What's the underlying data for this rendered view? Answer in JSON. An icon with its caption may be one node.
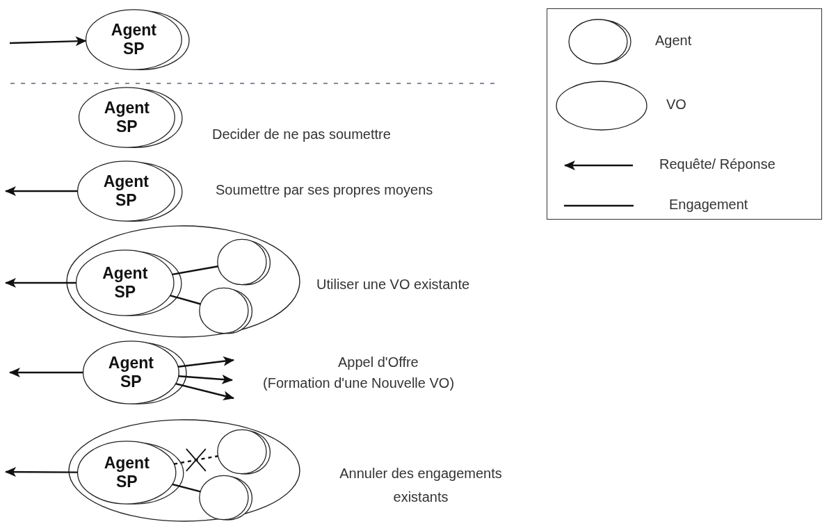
{
  "diagram": {
    "nodes": [
      {
        "text": [
          "Agent SP"
        ]
      },
      {
        "text": [
          "Agent SP"
        ],
        "beside": [
          "Decider de ne pas soumettre"
        ]
      },
      {
        "text": [
          "Agent SP"
        ],
        "beside": [
          "Soumettre par ses propres moyens"
        ]
      },
      {
        "text": [],
        "shape": "ellipse",
        "beside": [
          "Utiliser une VO existante"
        ]
      },
      {
        "text": [
          "Agent SP"
        ],
        "in": 3
      },
      {
        "text": [],
        "shape": "circle",
        "in": 3
      },
      {
        "text": [],
        "shape": "circle",
        "in": 3
      },
      {
        "text": [
          "Agent SP"
        ],
        "beside": [
          "Appel d'Offre",
          "(Formation d'une Nouvelle VO)"
        ]
      },
      {
        "text": [],
        "shape": "ellipse",
        "beside": [
          "Annuler des engagements existants"
        ]
      },
      {
        "text": [
          "Agent SP"
        ],
        "in": 8
      },
      {
        "text": [],
        "shape": "circle",
        "in": 8
      },
      {
        "text": [],
        "shape": "circle",
        "in": 8
      }
    ],
    "edges": [
      {
        "from": null,
        "to": 0,
        "arrow": "to"
      },
      {
        "from": 2,
        "to": null,
        "arrow": "to"
      },
      {
        "from": 4,
        "to": null,
        "arrow": "to"
      },
      {
        "from": 4,
        "to": 5,
        "arrow": "none"
      },
      {
        "from": 4,
        "to": 6,
        "arrow": "none"
      },
      {
        "from": 7,
        "to": null,
        "arrow": "to"
      },
      {
        "from": 7,
        "to": null,
        "arrow": "to"
      },
      {
        "from": 7,
        "to": null,
        "arrow": "to"
      },
      {
        "from": 7,
        "to": null,
        "arrow": "to"
      },
      {
        "from": 9,
        "to": null,
        "arrow": "to"
      },
      {
        "from": 9,
        "to": 10,
        "arrow": "none",
        "style": "dashed"
      },
      {
        "from": 9,
        "to": 11,
        "arrow": "none"
      }
    ],
    "legend": [
      {
        "text": "Agent"
      },
      {
        "text": "VO"
      },
      {
        "text": "Requête/ Réponse"
      },
      {
        "text": "Engagement"
      }
    ]
  }
}
